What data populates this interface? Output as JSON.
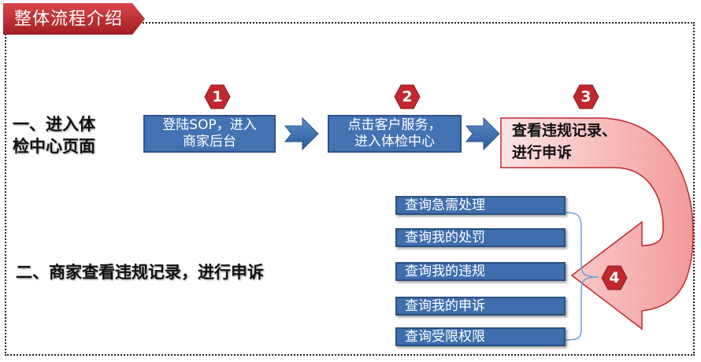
{
  "title": "整体流程介绍",
  "section1": {
    "line1": "一、进入体",
    "line2": "检中心页面"
  },
  "section2": "二、商家查看违规记录，进行申诉",
  "steps": [
    {
      "number": "1",
      "line1": "登陆SOP，进入",
      "line2": "商家后台"
    },
    {
      "number": "2",
      "line1": "点击客户服务，",
      "line2": "进入体检中心"
    },
    {
      "number": "3",
      "line1": "查看违规记录、",
      "line2": "进行申诉"
    }
  ],
  "step4_number": "4",
  "query_items": [
    "查询急需处理",
    "查询我的处罚",
    "查询我的违规",
    "查询我的申诉",
    "查询受限权限"
  ],
  "colors": {
    "title_tab": "#c0282e",
    "step_box": "#4473b3",
    "badge": "#c0282e",
    "curved_arrow": "#f7b3b3"
  }
}
